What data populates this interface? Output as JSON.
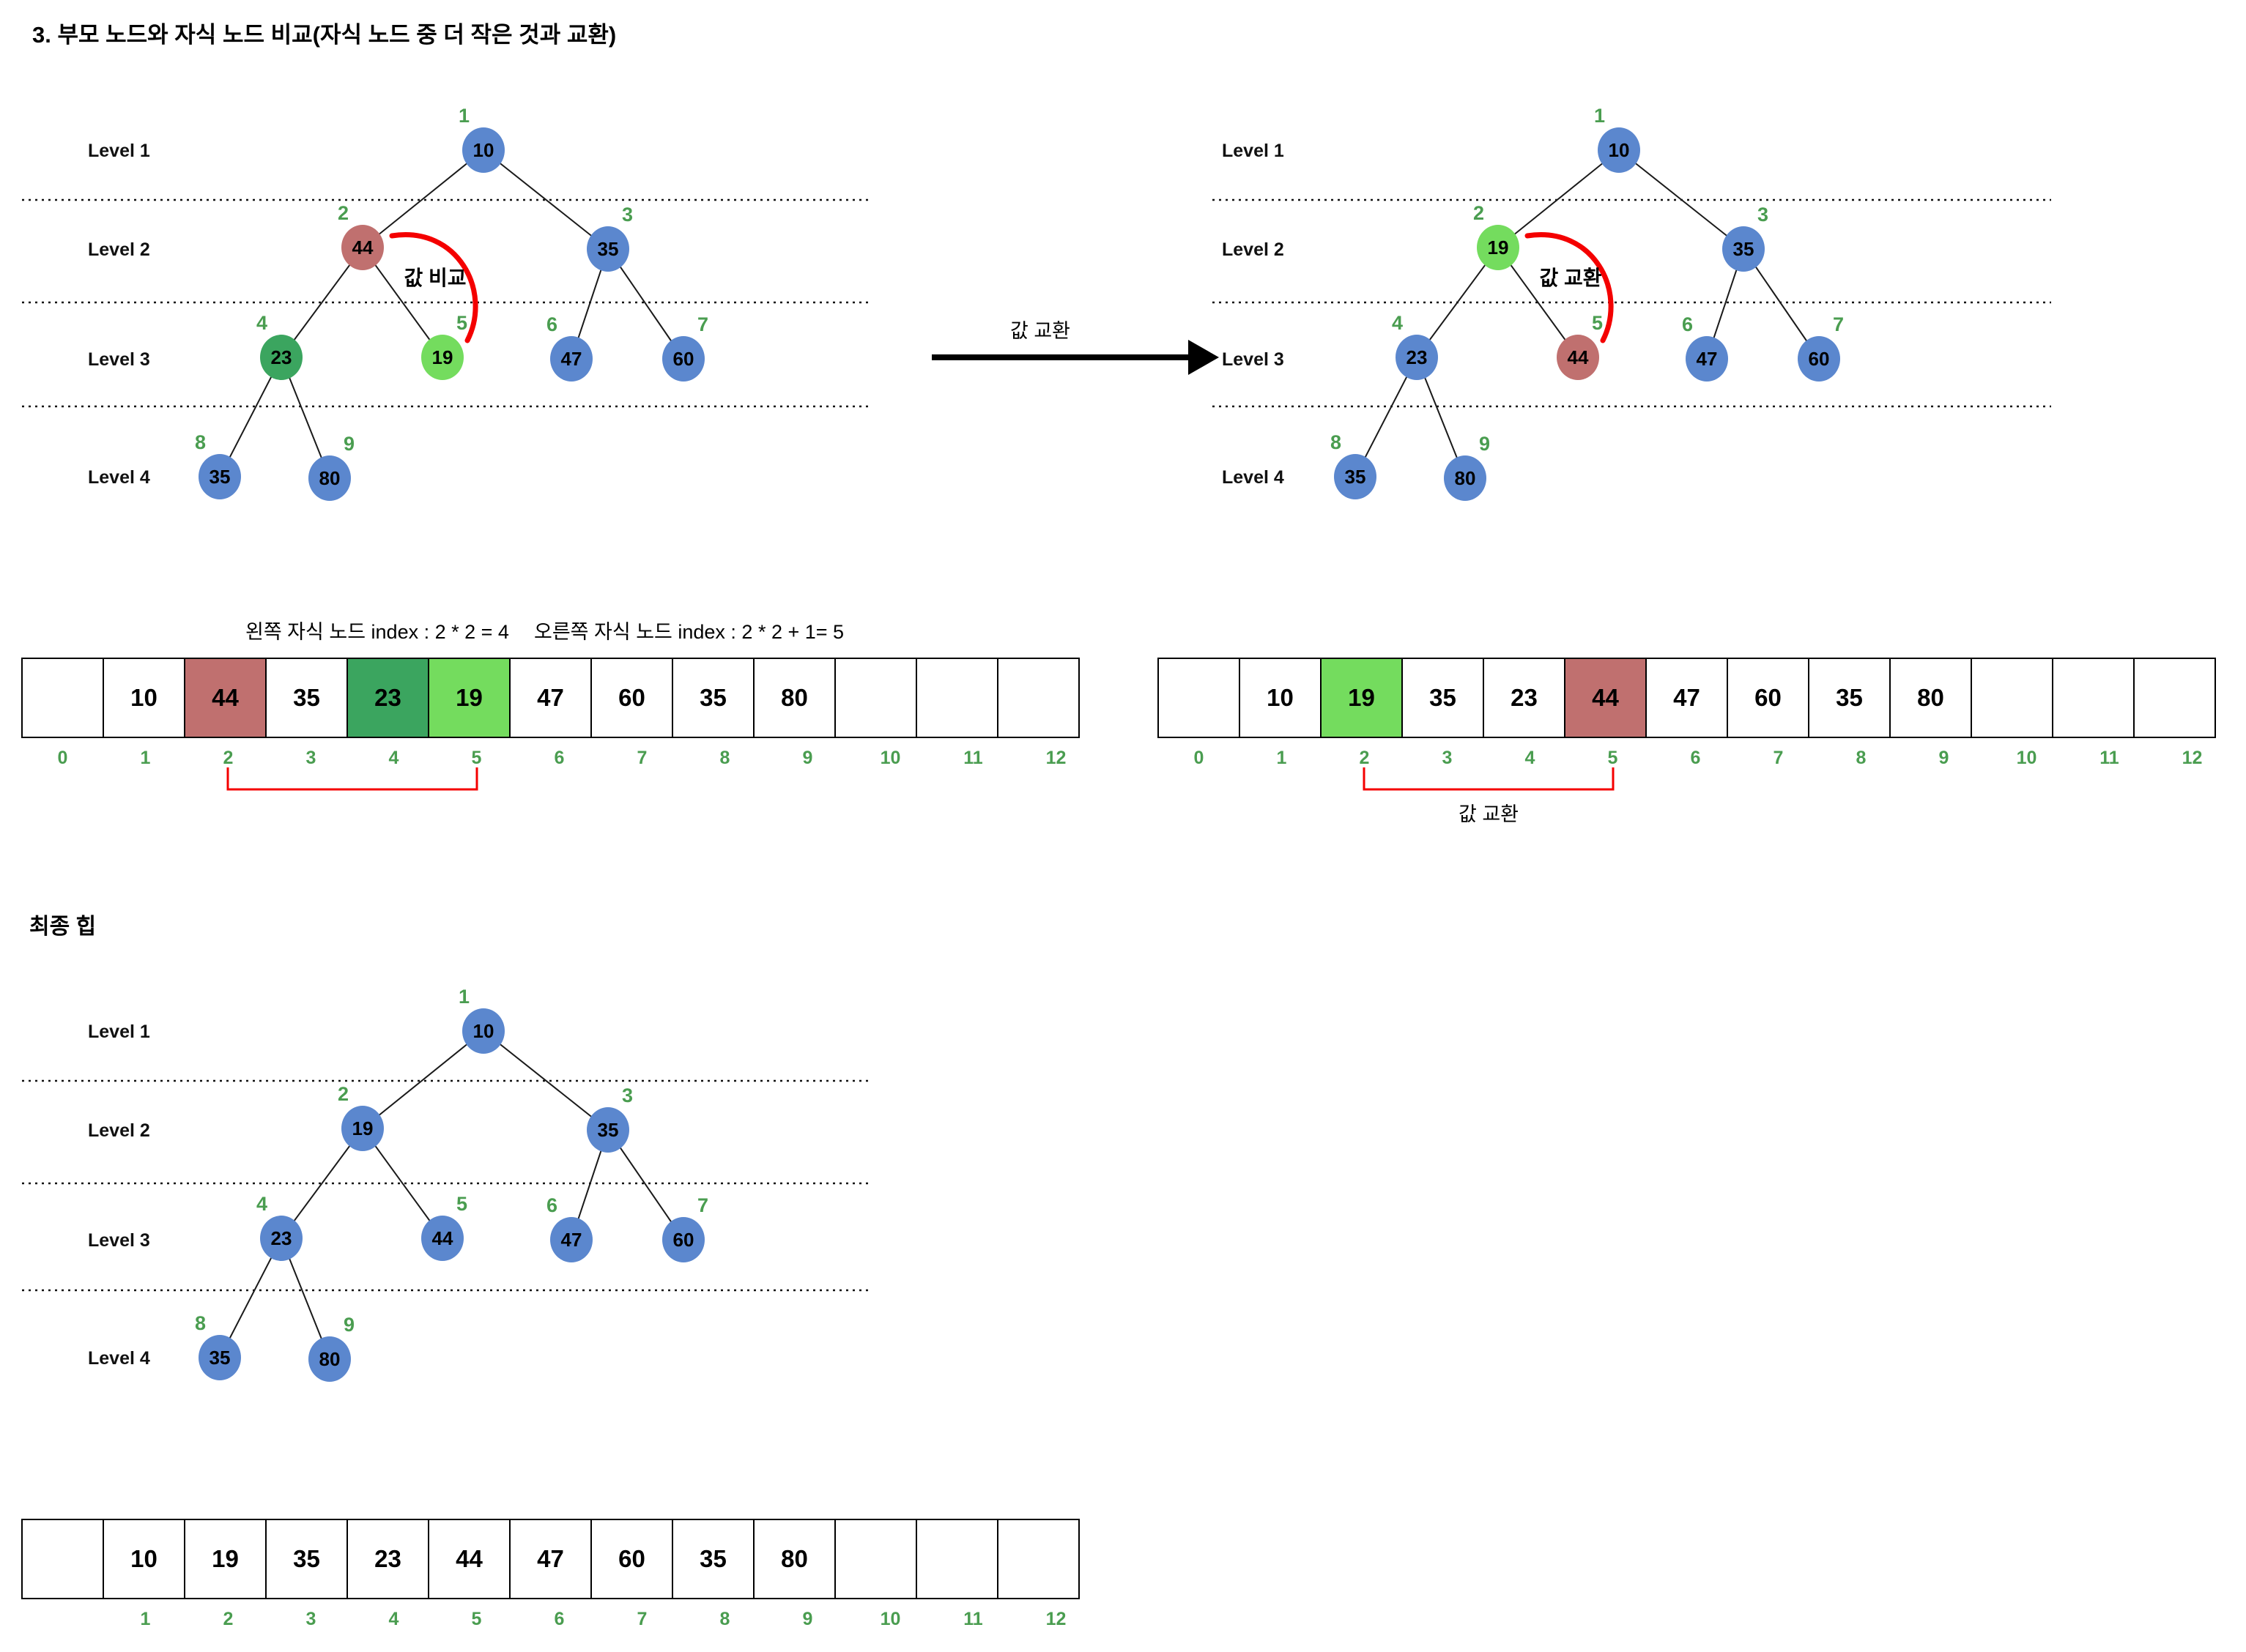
{
  "title": "3. 부모 노드와 자식 노드 비교(자식 노드 중 더 작은 것과 교환)",
  "final_heading": "최종 힙",
  "colors": {
    "node_blue": "#5b87ce",
    "node_red": "#c0706f",
    "node_green_dark": "#3ba55f",
    "node_green_light": "#74dc5e",
    "index_green": "#4a9d50",
    "arc_red": "#f40000"
  },
  "middle_arrow": {
    "label": "값 교환"
  },
  "annotations": {
    "left_child_formula": "왼쪽 자식 노드 index : 2 * 2 = 4",
    "right_child_formula": "오른쪽 자식 노드 index : 2 * 2 + 1= 5"
  },
  "trees": {
    "left": {
      "compare_label": "값 비교",
      "levels": [
        "Level 1",
        "Level 2",
        "Level 3",
        "Level 4"
      ],
      "nodes": [
        {
          "index": "1",
          "value": "10"
        },
        {
          "index": "2",
          "value": "44"
        },
        {
          "index": "3",
          "value": "35"
        },
        {
          "index": "4",
          "value": "23"
        },
        {
          "index": "5",
          "value": "19"
        },
        {
          "index": "6",
          "value": "47"
        },
        {
          "index": "7",
          "value": "60"
        },
        {
          "index": "8",
          "value": "35"
        },
        {
          "index": "9",
          "value": "80"
        }
      ]
    },
    "right": {
      "swap_label": "값 교환",
      "levels": [
        "Level 1",
        "Level 2",
        "Level 3",
        "Level 4"
      ],
      "nodes": [
        {
          "index": "1",
          "value": "10"
        },
        {
          "index": "2",
          "value": "19"
        },
        {
          "index": "3",
          "value": "35"
        },
        {
          "index": "4",
          "value": "23"
        },
        {
          "index": "5",
          "value": "44"
        },
        {
          "index": "6",
          "value": "47"
        },
        {
          "index": "7",
          "value": "60"
        },
        {
          "index": "8",
          "value": "35"
        },
        {
          "index": "9",
          "value": "80"
        }
      ]
    },
    "final": {
      "levels": [
        "Level 1",
        "Level 2",
        "Level 3",
        "Level 4"
      ],
      "nodes": [
        {
          "index": "1",
          "value": "10"
        },
        {
          "index": "2",
          "value": "19"
        },
        {
          "index": "3",
          "value": "35"
        },
        {
          "index": "4",
          "value": "23"
        },
        {
          "index": "5",
          "value": "44"
        },
        {
          "index": "6",
          "value": "47"
        },
        {
          "index": "7",
          "value": "60"
        },
        {
          "index": "8",
          "value": "35"
        },
        {
          "index": "9",
          "value": "80"
        }
      ]
    }
  },
  "arrays": {
    "left": {
      "cells": [
        "",
        "10",
        "44",
        "35",
        "23",
        "19",
        "47",
        "60",
        "35",
        "80",
        "",
        "",
        ""
      ],
      "indices": [
        "0",
        "1",
        "2",
        "3",
        "4",
        "5",
        "6",
        "7",
        "8",
        "9",
        "10",
        "11",
        "12"
      ]
    },
    "right": {
      "swap_label": "값 교환",
      "cells": [
        "",
        "10",
        "19",
        "35",
        "23",
        "44",
        "47",
        "60",
        "35",
        "80",
        "",
        "",
        ""
      ],
      "indices": [
        "0",
        "1",
        "2",
        "3",
        "4",
        "5",
        "6",
        "7",
        "8",
        "9",
        "10",
        "11",
        "12"
      ]
    },
    "final": {
      "cells": [
        "",
        "10",
        "19",
        "35",
        "23",
        "44",
        "47",
        "60",
        "35",
        "80",
        "",
        "",
        ""
      ],
      "indices": [
        "",
        "1",
        "2",
        "3",
        "4",
        "5",
        "6",
        "7",
        "8",
        "9",
        "10",
        "11",
        "12"
      ]
    }
  }
}
